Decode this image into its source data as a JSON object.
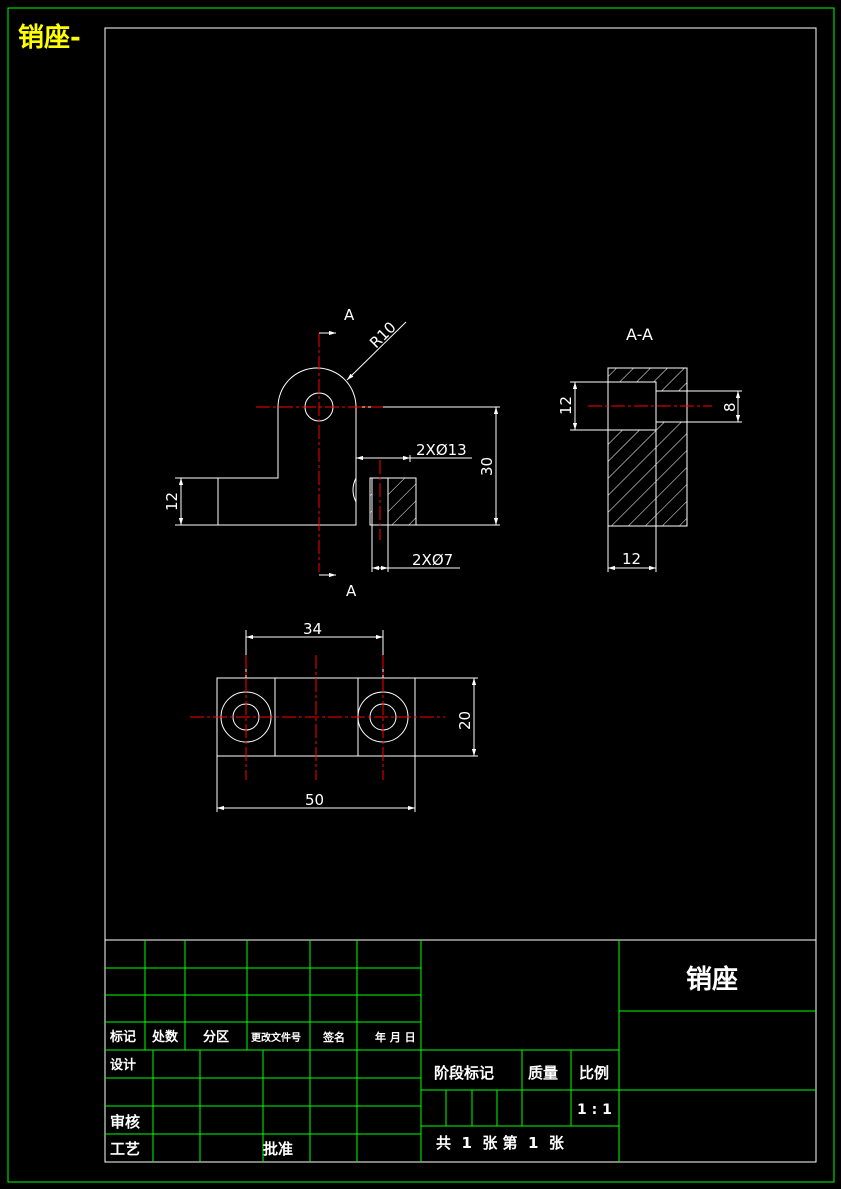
{
  "sheet": {
    "corner_title": "销座-",
    "colors": {
      "background": "#000000",
      "frame": "#00ff00",
      "outline": "#ffffff",
      "centerline": "#ff0000",
      "title_highlight": "#ffff00"
    }
  },
  "views": {
    "front": {
      "section_mark_top": "A",
      "section_mark_bottom": "A",
      "radius_label": "R10",
      "counterbore_label": "2XØ13",
      "hole_label": "2XØ7",
      "dim_height_total": "30",
      "dim_height_base": "12"
    },
    "section": {
      "title": "A-A",
      "dim_height": "12",
      "dim_hole": "8",
      "dim_width": "12"
    },
    "top": {
      "dim_hole_spacing": "34",
      "dim_length": "50",
      "dim_width": "20"
    }
  },
  "title_block": {
    "part_name": "销座",
    "revision_headers": [
      "标记",
      "处数",
      "分区",
      "更改文件号",
      "签名",
      "年 月 日"
    ],
    "design_label": "设计",
    "review_label": "审核",
    "process_label": "工艺",
    "approve_label": "批准",
    "stage_label": "阶段标记",
    "mass_label": "质量",
    "scale_label": "比例",
    "scale_value": "1 : 1",
    "sheet_count": "共  1  张 第  1  张"
  }
}
